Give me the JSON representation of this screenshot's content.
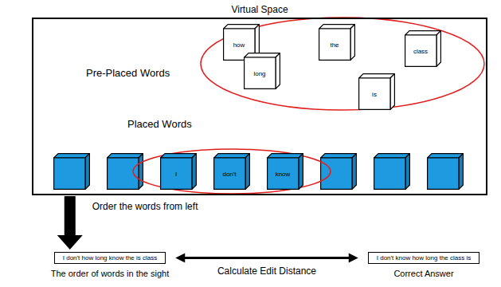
{
  "diagram": {
    "nodes": [
      {
        "text": [
          "Virtual Space"
        ]
      },
      {
        "text": [
          "how"
        ],
        "in": 0
      },
      {
        "text": [
          "long"
        ],
        "in": 0
      },
      {
        "text": [
          "the"
        ],
        "in": 0
      },
      {
        "text": [
          "class"
        ],
        "in": 0
      },
      {
        "text": [
          "is"
        ],
        "in": 0
      },
      {
        "text": [
          "I"
        ],
        "in": 0
      },
      {
        "text": [
          "don't"
        ],
        "in": 0
      },
      {
        "text": [
          "know"
        ],
        "in": 0
      },
      {
        "text": [
          "I don't how long know the is class",
          "The order of words in the sight"
        ]
      },
      {
        "text": [
          "I don't know how long the class is",
          "Correct Answer"
        ]
      }
    ],
    "edges": [
      {
        "from": 0,
        "to": 9,
        "arrow": "to",
        "label": "Order the words from left"
      },
      {
        "from": 9,
        "to": 10,
        "arrow": "both",
        "label": "Calculate Edit Distance"
      }
    ],
    "labels": [
      "Pre-Placed Words",
      "Placed Words"
    ]
  }
}
